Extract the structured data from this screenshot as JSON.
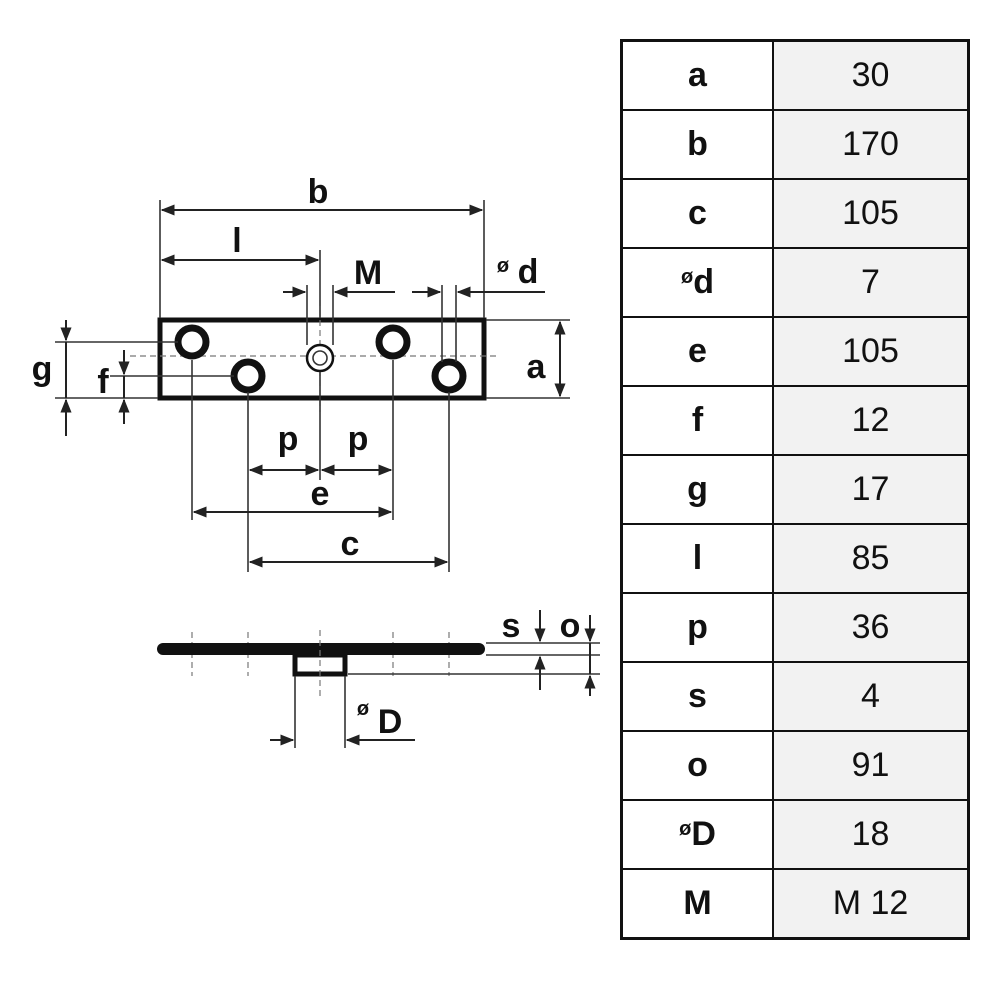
{
  "drawing": {
    "labels": {
      "b": "b",
      "l": "l",
      "M": "M",
      "d_symbol": "ø",
      "d": "d",
      "g": "g",
      "f": "f",
      "a": "a",
      "p_left": "p",
      "p_right": "p",
      "e": "e",
      "c": "c",
      "s": "s",
      "o": "o",
      "D_symbol": "ø",
      "D": "D"
    }
  },
  "table": {
    "rows": [
      {
        "symbol": "",
        "key": "a",
        "value": "30"
      },
      {
        "symbol": "",
        "key": "b",
        "value": "170"
      },
      {
        "symbol": "",
        "key": "c",
        "value": "105"
      },
      {
        "symbol": "ø",
        "key": "d",
        "value": "7"
      },
      {
        "symbol": "",
        "key": "e",
        "value": "105"
      },
      {
        "symbol": "",
        "key": "f",
        "value": "12"
      },
      {
        "symbol": "",
        "key": "g",
        "value": "17"
      },
      {
        "symbol": "",
        "key": "l",
        "value": "85"
      },
      {
        "symbol": "",
        "key": "p",
        "value": "36"
      },
      {
        "symbol": "",
        "key": "s",
        "value": "4"
      },
      {
        "symbol": "",
        "key": "o",
        "value": "91"
      },
      {
        "symbol": "ø",
        "key": "D",
        "value": "18"
      },
      {
        "symbol": "",
        "key": "M",
        "value": "M 12"
      }
    ]
  }
}
